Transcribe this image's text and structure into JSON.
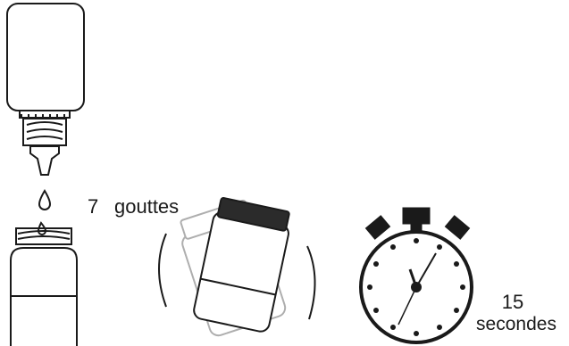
{
  "steps": {
    "drops": {
      "count": "7",
      "unit": "gouttes"
    },
    "timer": {
      "count": "15",
      "unit": "secondes"
    }
  },
  "icons": [
    "dropper-bottle-icon",
    "drop-icon",
    "vial-icon",
    "shaking-vial-icon",
    "stopwatch-icon"
  ],
  "colors": {
    "line": "#1a1a1a",
    "background": "#ffffff"
  }
}
